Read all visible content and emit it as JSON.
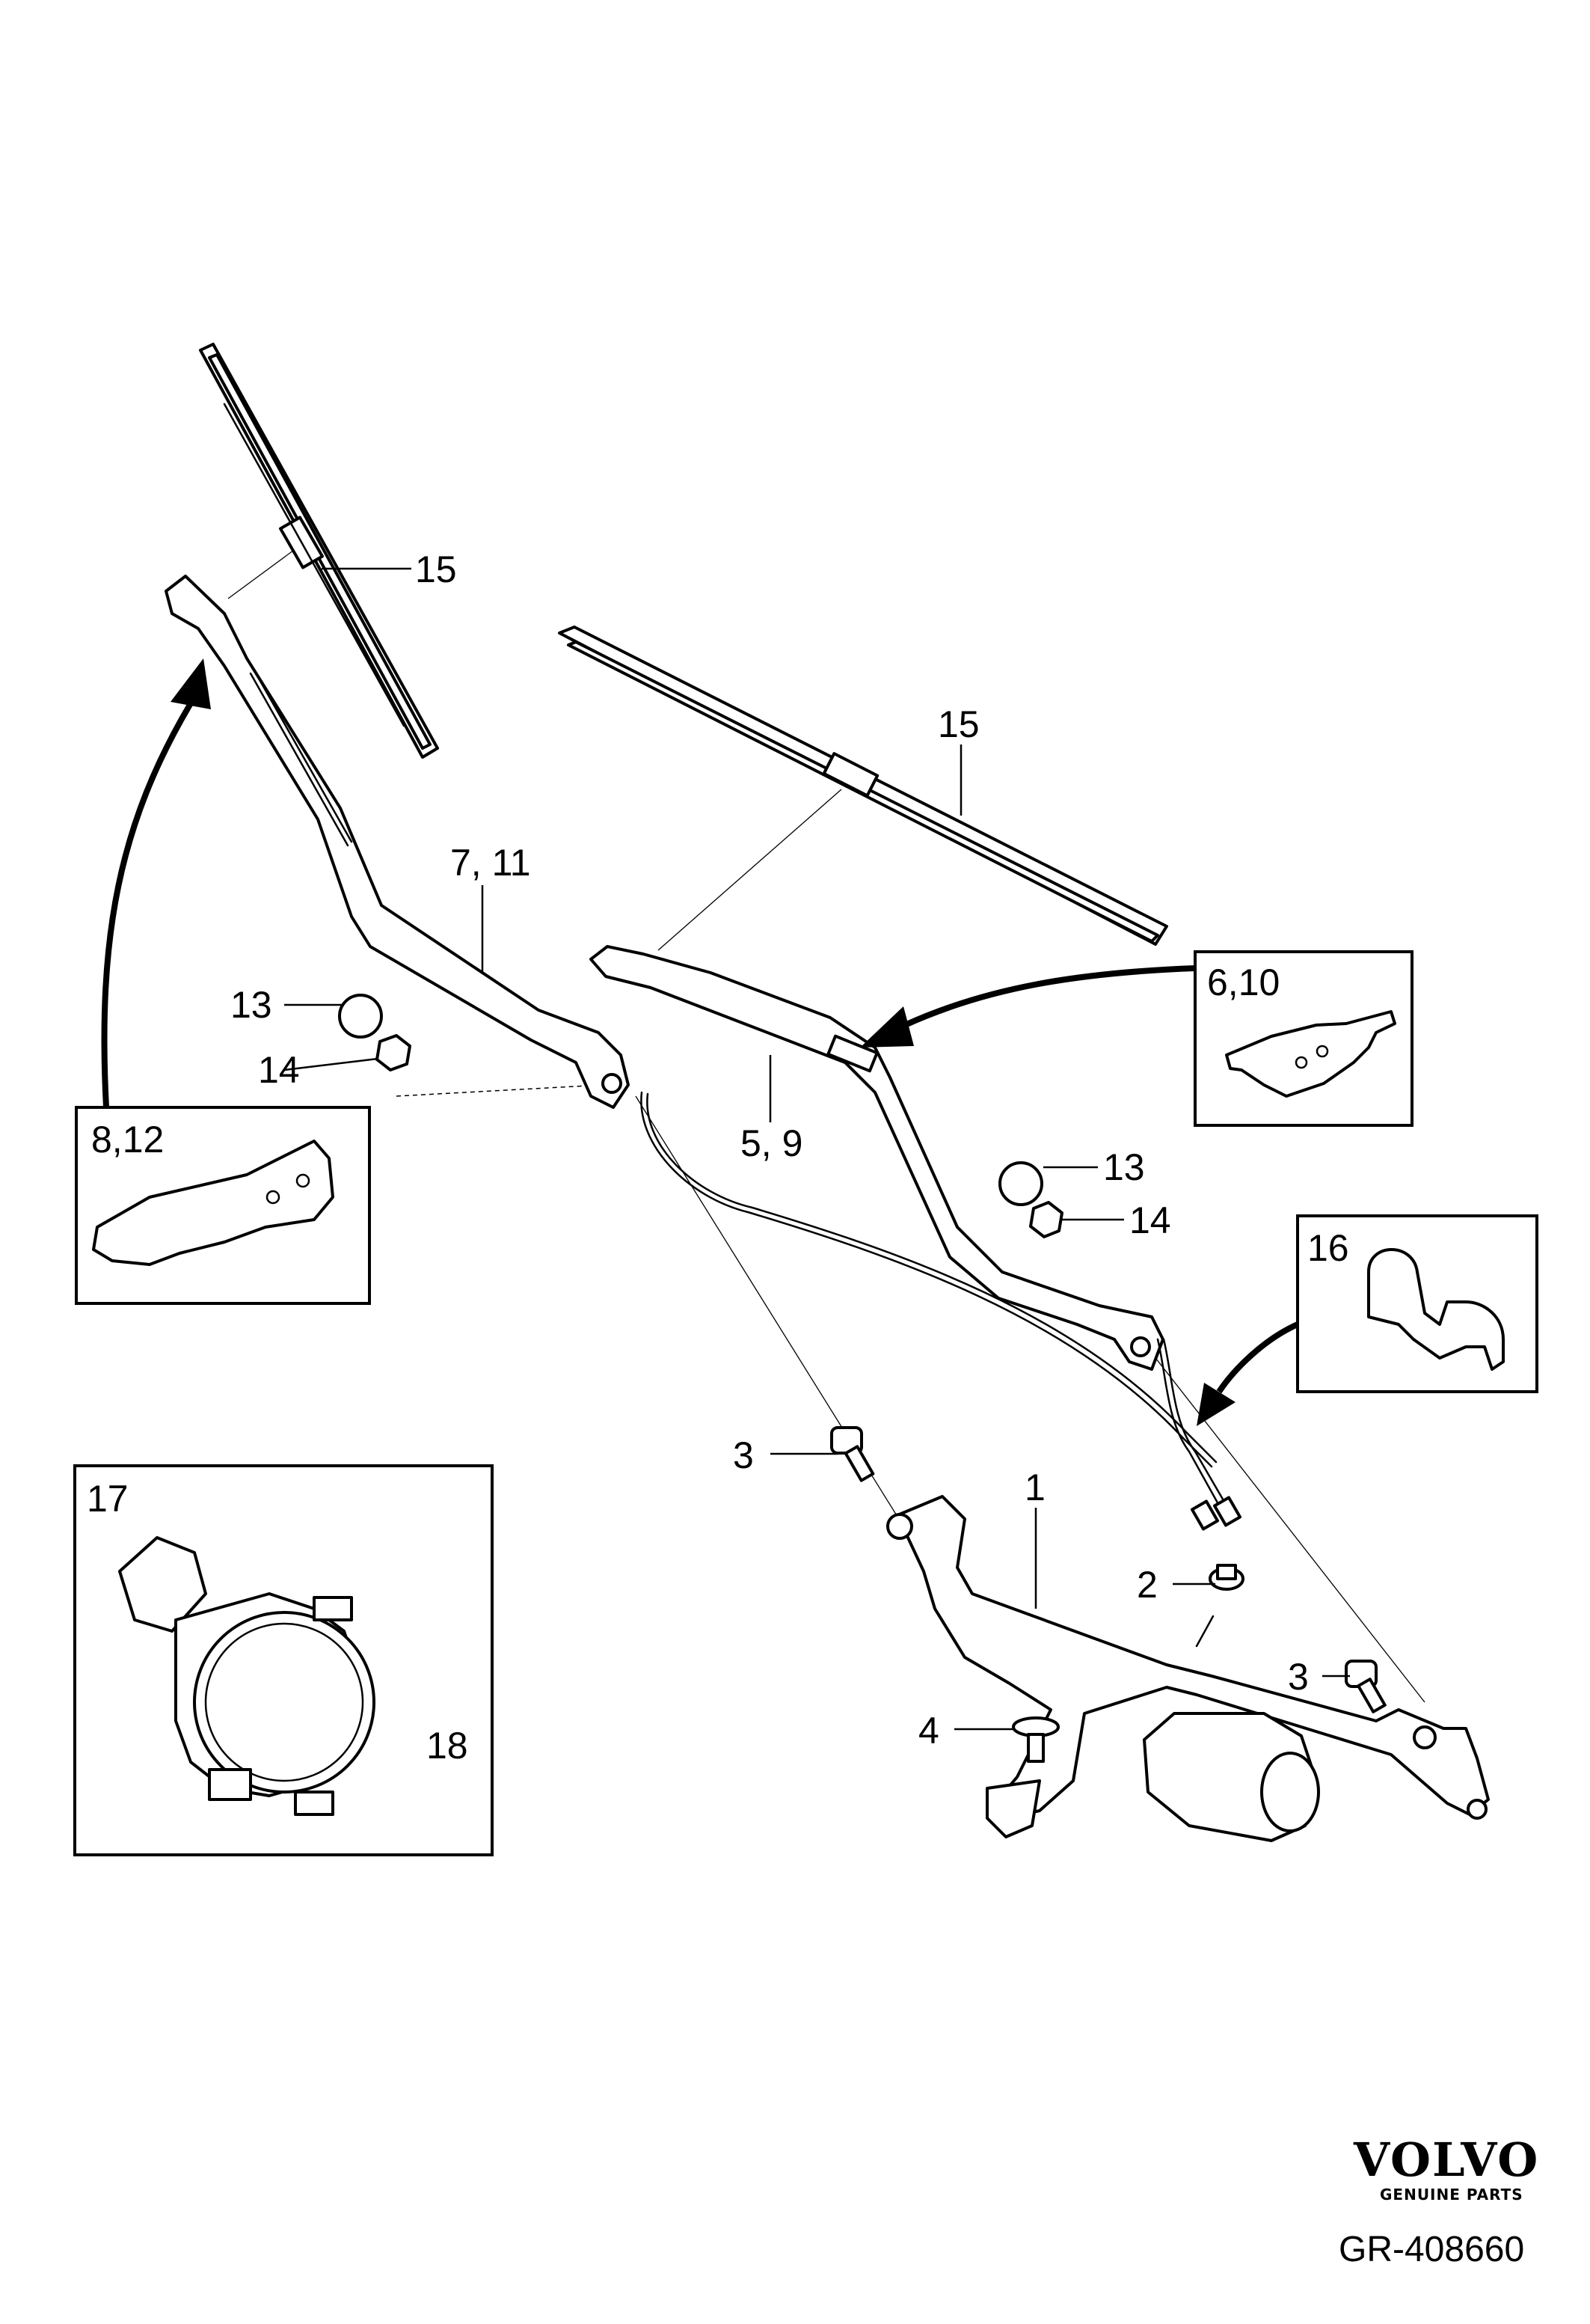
{
  "callouts": {
    "c15_left": "15",
    "c15_right": "15",
    "c7_11": "7, 11",
    "c13_left": "13",
    "c14_left": "14",
    "c5_9": "5, 9",
    "c13_right": "13",
    "c14_right": "14",
    "c3_left": "3",
    "c1": "1",
    "c2": "2",
    "c3_right": "3",
    "c4": "4",
    "c18": "18"
  },
  "boxes": {
    "b6_10": "6,10",
    "b8_12": "8,12",
    "b16": "16",
    "b17": "17"
  },
  "brand": {
    "name": "VOLVO",
    "tagline": "GENUINE PARTS"
  },
  "reference": "GR-408660",
  "colors": {
    "line": "#000000",
    "background": "#ffffff"
  }
}
